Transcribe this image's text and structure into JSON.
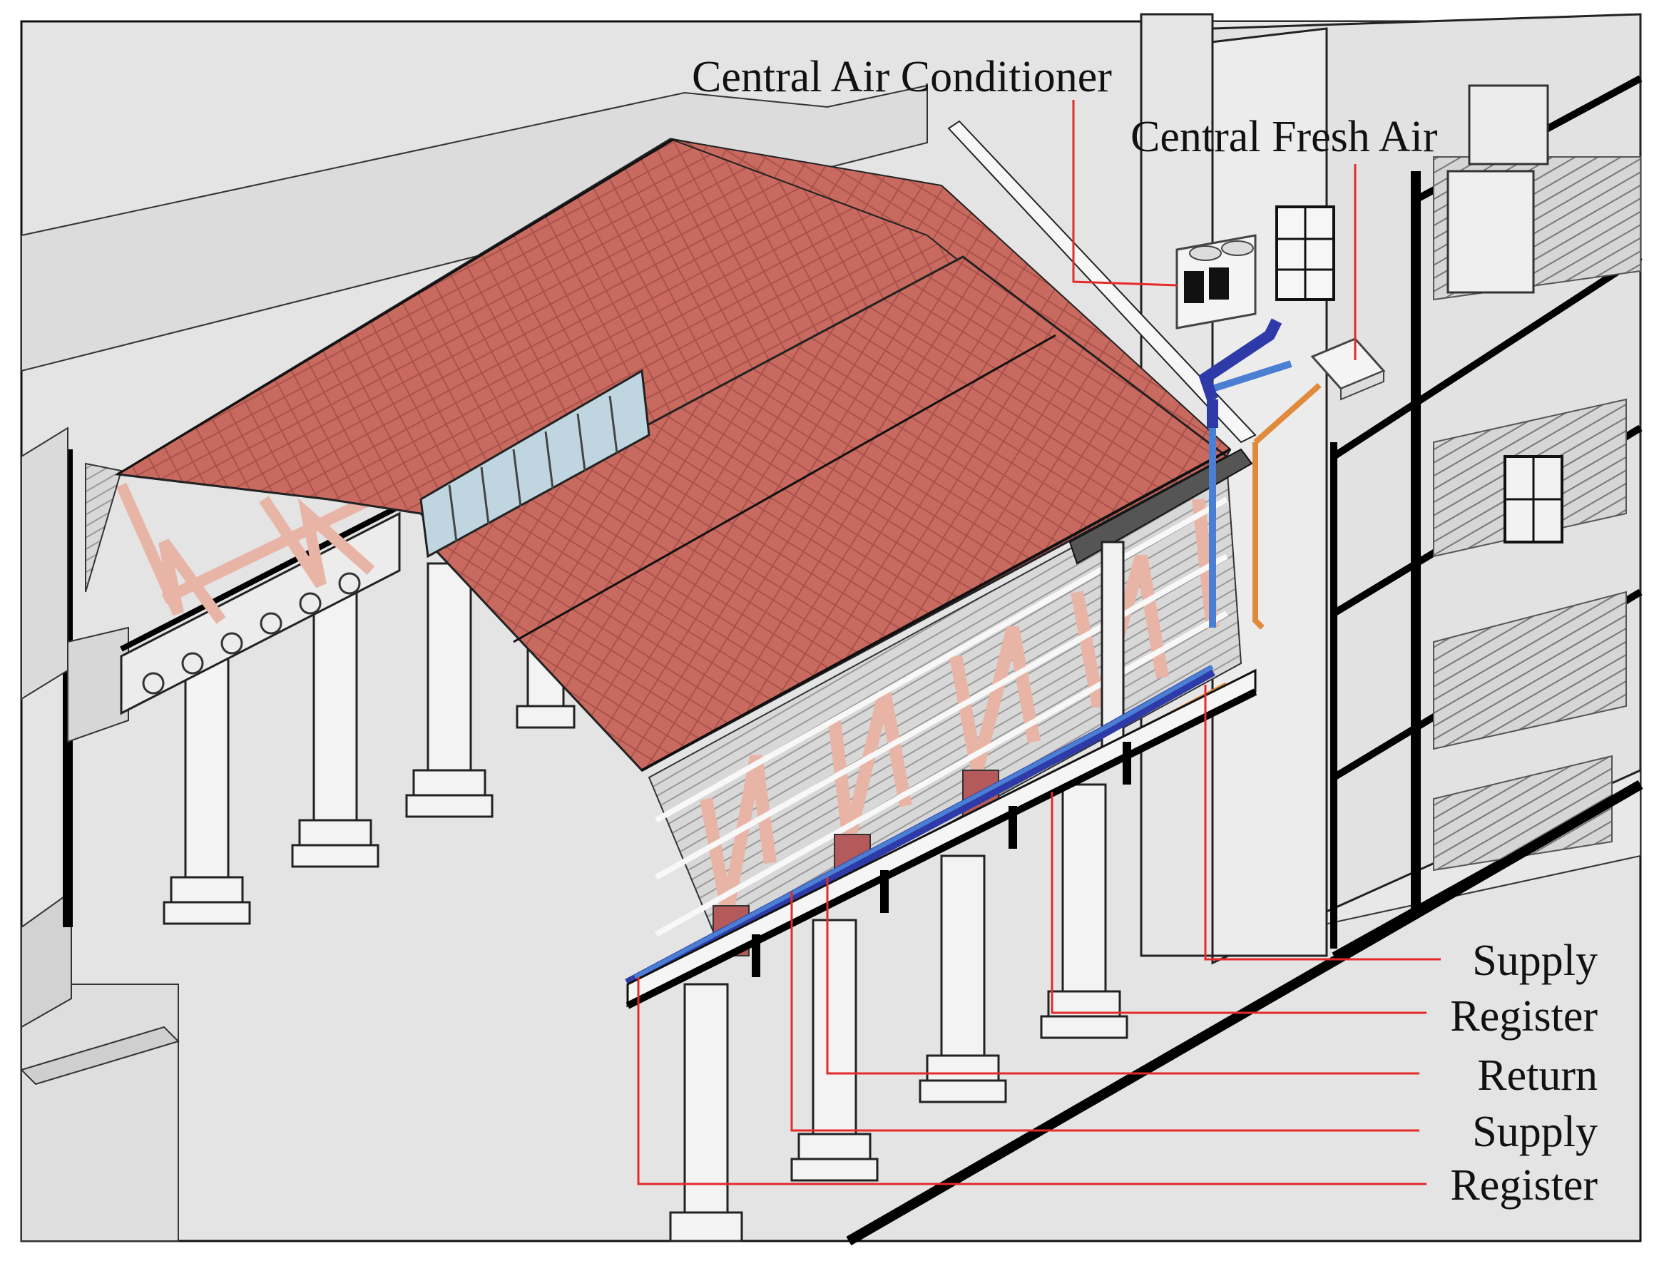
{
  "labels": {
    "central_air_conditioner": "Central Air Conditioner",
    "central_fresh_air": "Central Fresh Air",
    "supply_top": "Supply",
    "register_top": "Register",
    "return": "Return",
    "supply_bottom": "Supply",
    "register_bottom": "Register"
  },
  "colors": {
    "roof_tile": "#c96a60",
    "roof_tile_dark": "#a9524a",
    "timber_truss": "#e8b4a6",
    "return_duct": "#2d3aa8",
    "supply_duct": "#4a7fd4",
    "register_pipe": "#e08a3c",
    "leader_line": "#e52a2a",
    "building_grey": "#e4e4e4",
    "outline": "#111111"
  }
}
